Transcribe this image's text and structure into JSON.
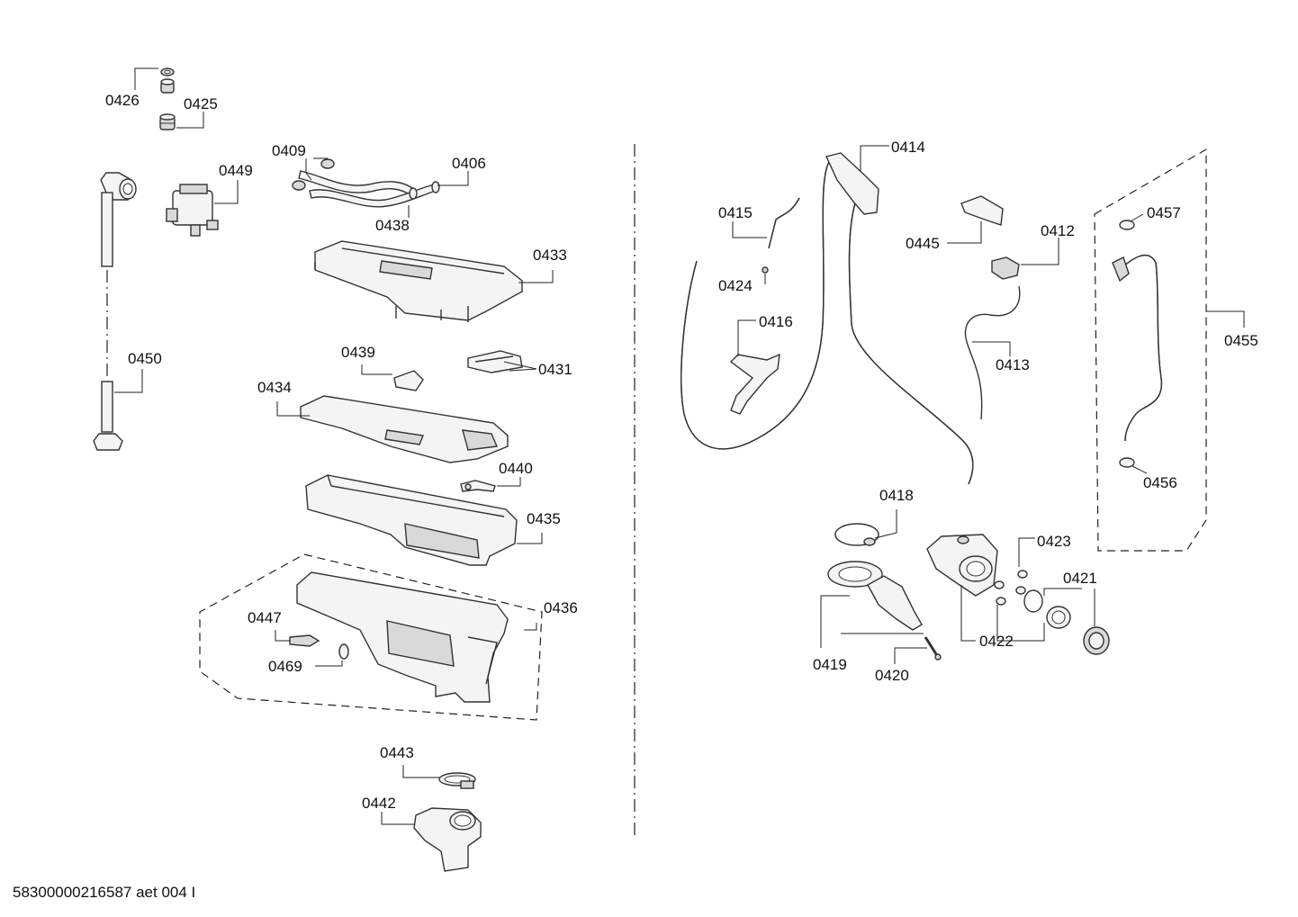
{
  "diagram": {
    "labels": {
      "p0426": "0426",
      "p0425": "0425",
      "p0409": "0409",
      "p0406": "0406",
      "p0449": "0449",
      "p0438": "0438",
      "p0433": "0433",
      "p0450": "0450",
      "p0439": "0439",
      "p0431": "0431",
      "p0434": "0434",
      "p0440": "0440",
      "p0435": "0435",
      "p0436": "0436",
      "p0447": "0447",
      "p0469": "0469",
      "p0443": "0443",
      "p0442": "0442",
      "p0414": "0414",
      "p0415": "0415",
      "p0445": "0445",
      "p0412": "0412",
      "p0457": "0457",
      "p0424": "0424",
      "p0416": "0416",
      "p0413": "0413",
      "p0455": "0455",
      "p0456": "0456",
      "p0418": "0418",
      "p0423": "0423",
      "p0421": "0421",
      "p0422": "0422",
      "p0419": "0419",
      "p0420": "0420"
    }
  },
  "footer": {
    "document_id": "58300000216587 aet 004 I"
  }
}
